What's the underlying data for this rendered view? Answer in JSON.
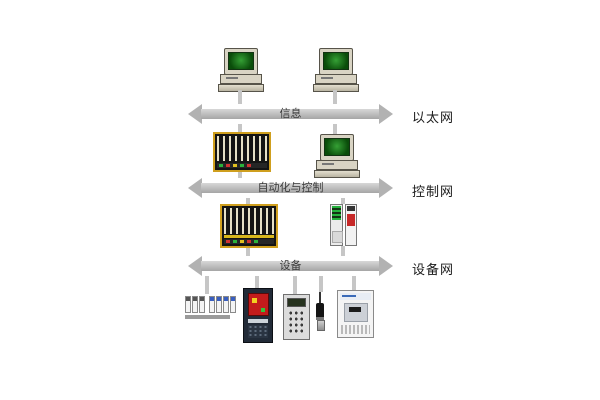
{
  "palette": {
    "background": "#ffffff",
    "bus_fill": "#b2b2b2"
  },
  "buses": [
    {
      "label": "信息",
      "network": "以太网"
    },
    {
      "label": "自动化与控制",
      "network": "控制网"
    },
    {
      "label": "设备",
      "network": "设备网"
    }
  ],
  "nodes": [
    {
      "name": "workstation-1",
      "type": "desktop-computer",
      "tier": "信息"
    },
    {
      "name": "workstation-2",
      "type": "desktop-computer",
      "tier": "信息"
    },
    {
      "name": "plc-rack-1",
      "type": "plc-rack-chassis",
      "tier": "自动化与控制"
    },
    {
      "name": "workstation-3",
      "type": "desktop-computer",
      "tier": "自动化与控制"
    },
    {
      "name": "plc-rack-2",
      "type": "plc-rack-chassis",
      "tier": "设备"
    },
    {
      "name": "plc-controller",
      "type": "compact-plc",
      "tier": "设备"
    },
    {
      "name": "terminal-blocks",
      "type": "io-terminal-blocks",
      "tier": "现场"
    },
    {
      "name": "hmi-panel",
      "type": "hmi-display",
      "tier": "现场"
    },
    {
      "name": "keypad",
      "type": "operator-keypad",
      "tier": "现场"
    },
    {
      "name": "sensor",
      "type": "field-sensor",
      "tier": "现场"
    },
    {
      "name": "drive",
      "type": "vfd-drive",
      "tier": "现场"
    }
  ]
}
